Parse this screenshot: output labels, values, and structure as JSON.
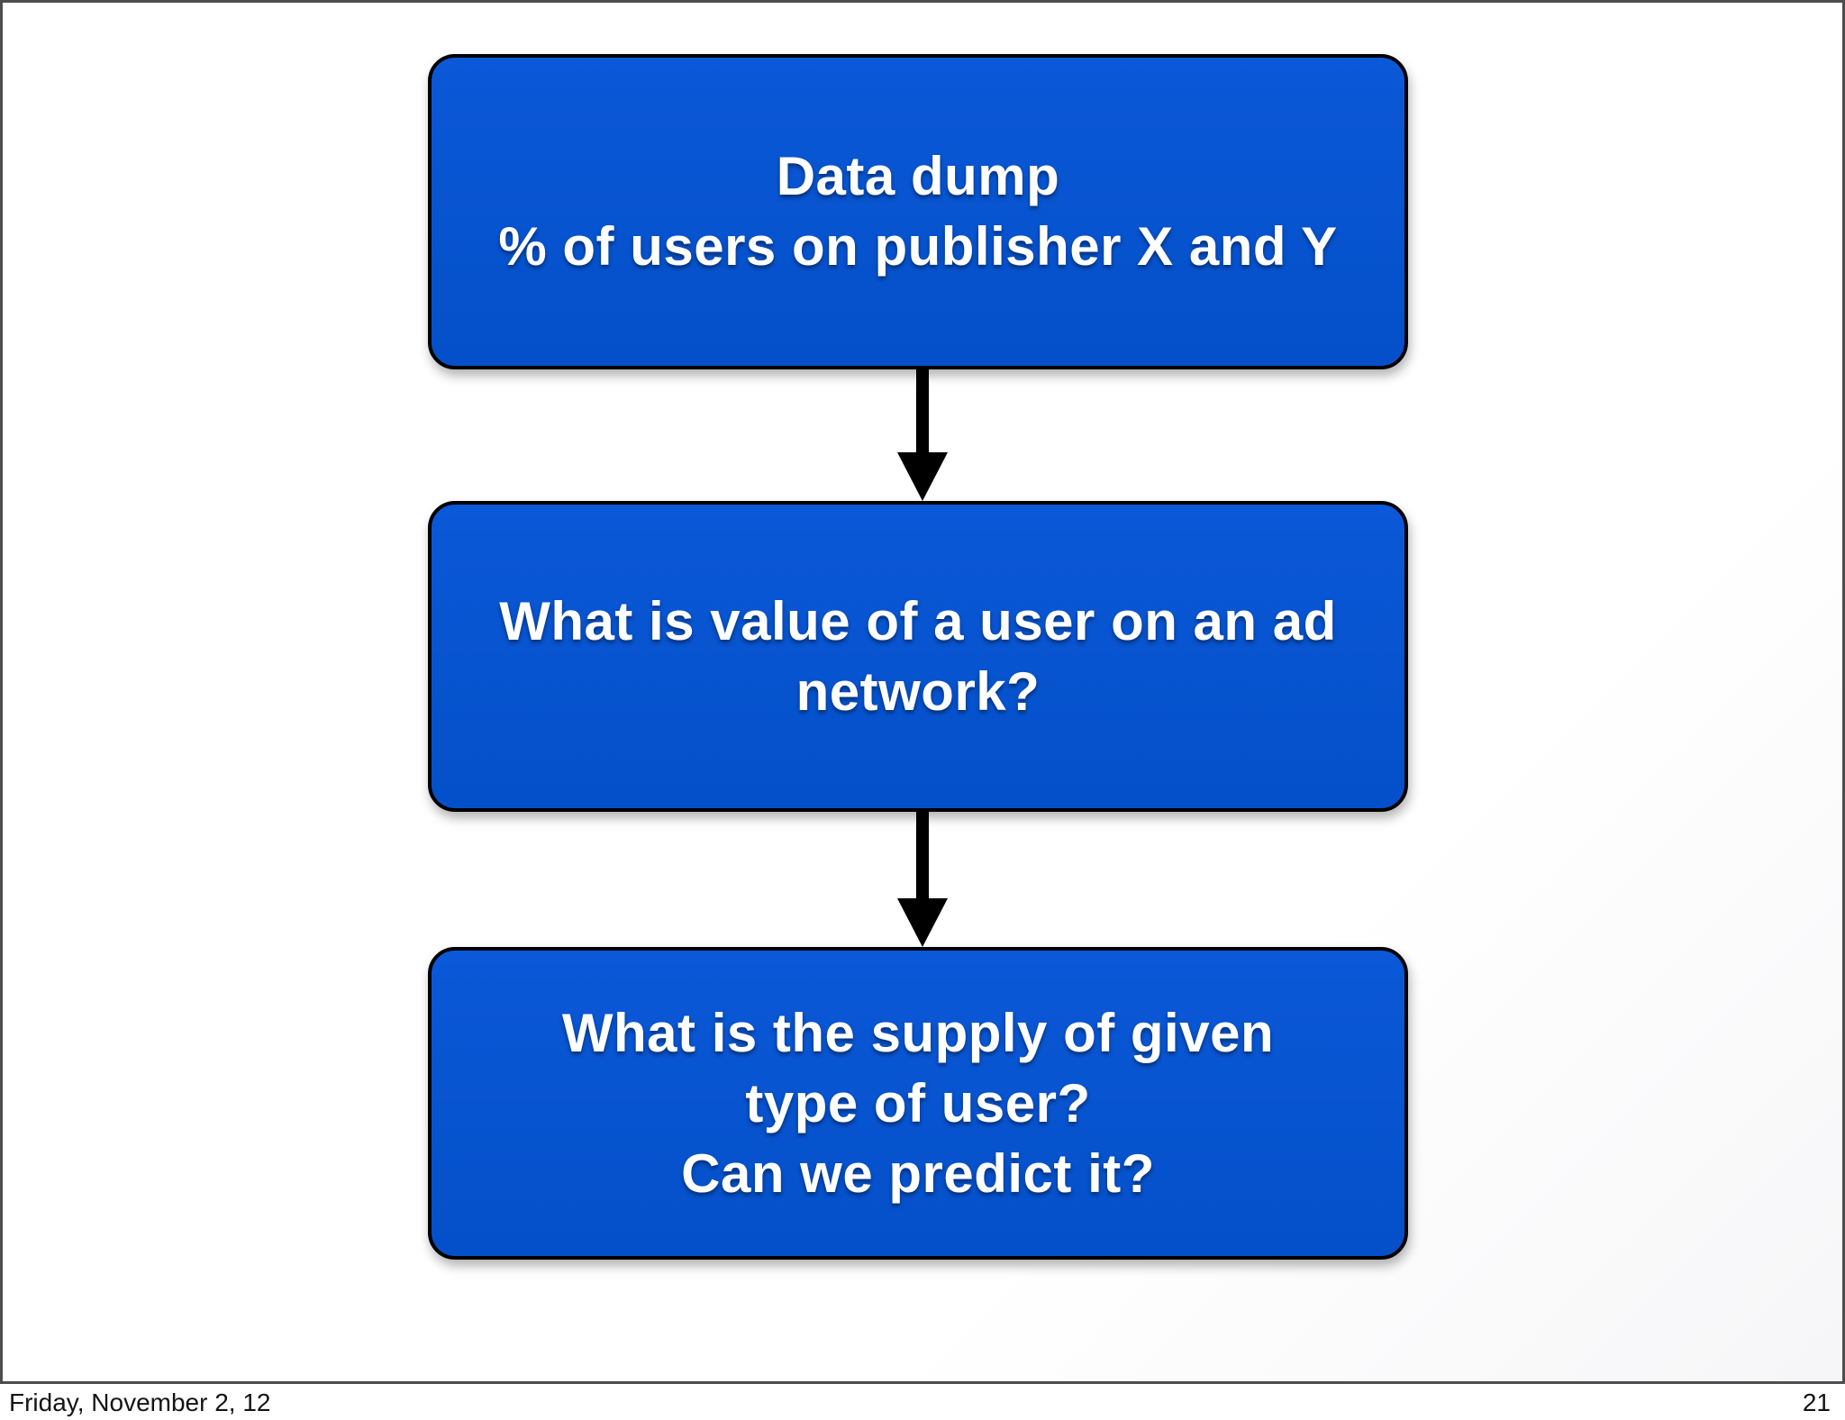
{
  "slide": {
    "boxes": [
      {
        "id": "data-dump",
        "text": "Data dump\n% of users on publisher X and Y"
      },
      {
        "id": "user-value",
        "text": "What is value of a user on an ad\nnetwork?"
      },
      {
        "id": "user-supply",
        "text": "What is the supply of given\ntype of user?\nCan we predict it?"
      }
    ],
    "arrows": [
      "down-arrow-1",
      "down-arrow-2"
    ],
    "colors": {
      "box_fill_top": "#0b58d8",
      "box_fill_bottom": "#0450c9",
      "box_border": "#000000",
      "box_text": "#ffffff",
      "arrow": "#000000",
      "frame_border": "#4d4d4d"
    }
  },
  "footer": {
    "date": "Friday, November 2, 12",
    "page_number": "21"
  }
}
